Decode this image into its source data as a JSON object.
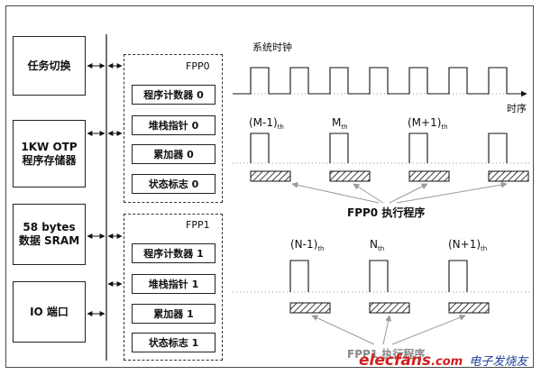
{
  "blocks": {
    "task_switch": "任务切换",
    "otp_line1": "1KW OTP",
    "otp_line2": "程序存储器",
    "sram_line1": "58 bytes",
    "sram_line2": "数据 SRAM",
    "io": "IO 端口"
  },
  "fpp0": {
    "title": "FPP0",
    "registers": [
      "程序计数器 0",
      "堆栈指针 0",
      "累加器 0",
      "状态标志 0"
    ]
  },
  "fpp1": {
    "title": "FPP1",
    "registers": [
      "程序计数器 1",
      "堆栈指针 1",
      "累加器 1",
      "状态标志 1"
    ]
  },
  "timing": {
    "clock_label": "系统时钟",
    "time_label": "时序",
    "fpp0_cycles": [
      {
        "base": "(M-1)",
        "sub": "th"
      },
      {
        "base": "M",
        "sub": "th"
      },
      {
        "base": "(M+1)",
        "sub": "th"
      }
    ],
    "fpp1_cycles": [
      {
        "base": "(N-1)",
        "sub": "th"
      },
      {
        "base": "N",
        "sub": "th"
      },
      {
        "base": "(N+1)",
        "sub": "th"
      }
    ],
    "fpp0_exec": "FPP0 执行程序",
    "fpp1_exec": "FPP1 执行程序"
  },
  "watermark": {
    "brand": "elecfans",
    "domain": ".com",
    "cn": "电子发烧友"
  },
  "colors": {
    "watermark_red": "#d21f1f",
    "watermark_blue": "#1b3f9a",
    "arrow_gray": "#9a9a9a"
  }
}
